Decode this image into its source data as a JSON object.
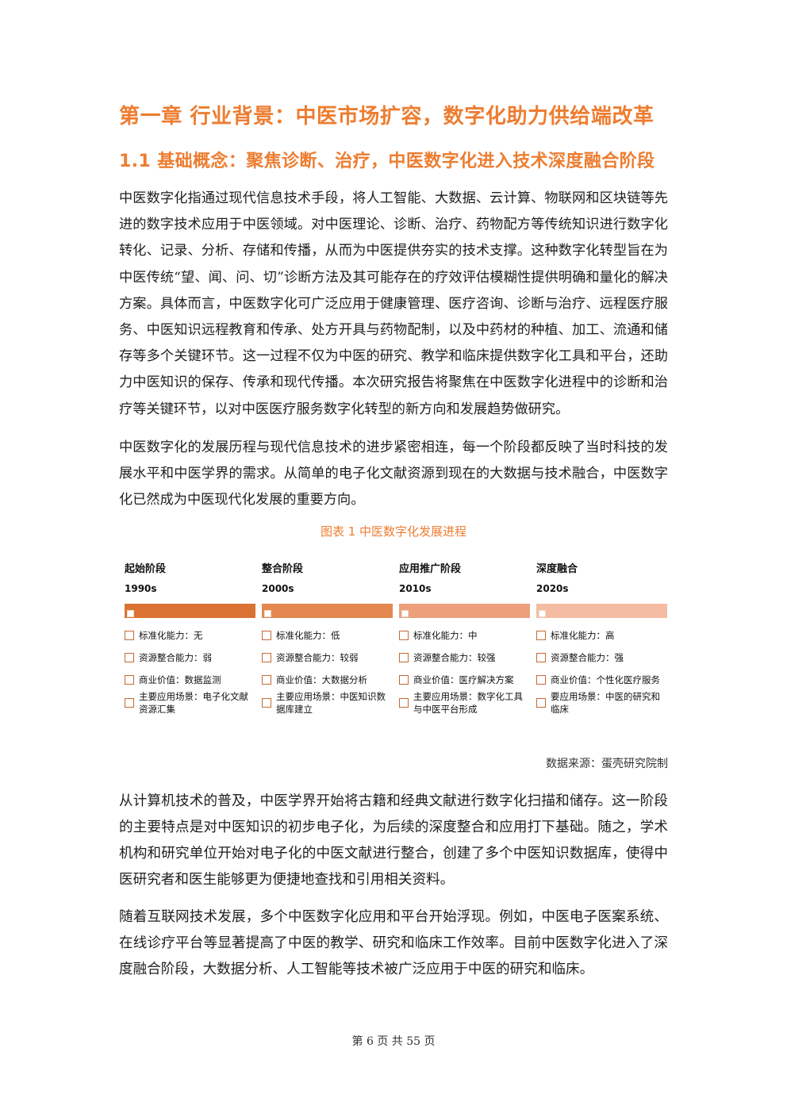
{
  "colors": {
    "accent": "#ED7D31",
    "text": "#1E1E1E",
    "checkbox_border": "#C56A33"
  },
  "chapter_title": "第一章 行业背景：中医市场扩容，数字化助力供给端改革",
  "section_title": "1.1 基础概念：聚焦诊断、治疗，中医数字化进入技术深度融合阶段",
  "paragraphs_before_figure": [
    "中医数字化指通过现代信息技术手段，将人工智能、大数据、云计算、物联网和区块链等先进的数字技术应用于中医领域。对中医理论、诊断、治疗、药物配方等传统知识进行数字化转化、记录、分析、存储和传播，从而为中医提供夯实的技术支撑。这种数字化转型旨在为中医传统“望、闻、问、切”诊断方法及其可能存在的疗效评估模糊性提供明确和量化的解决方案。具体而言，中医数字化可广泛应用于健康管理、医疗咨询、诊断与治疗、远程医疗服务、中医知识远程教育和传承、处方开具与药物配制，以及中药材的种植、加工、流通和储存等多个关键环节。这一过程不仅为中医的研究、教学和临床提供数字化工具和平台，还助力中医知识的保存、传承和现代传播。本次研究报告将聚焦在中医数字化进程中的诊断和治疗等关键环节，以对中医医疗服务数字化转型的新方向和发展趋势做研究。",
    "中医数字化的发展历程与现代信息技术的进步紧密相连，每一个阶段都反映了当时科技的发展水平和中医学界的需求。从简单的电子化文献资源到现在的大数据与技术融合，中医数字化已然成为中医现代化发展的重要方向。"
  ],
  "figure": {
    "caption": "图表 1 中医数字化发展进程",
    "stages": [
      {
        "name": "起始阶段",
        "period": "1990s",
        "color": "#DA7233",
        "attributes": [
          "标准化能力：无",
          "资源整合能力：弱",
          "商业价值：数据监测",
          "主要应用场景：电子化文献资源汇集"
        ]
      },
      {
        "name": "整合阶段",
        "period": "2000s",
        "color": "#E4884F",
        "attributes": [
          "标准化能力：低",
          "资源整合能力：较弱",
          "商业价值：大数据分析",
          "主要应用场景：中医知识数据库建立"
        ]
      },
      {
        "name": "应用推广阶段",
        "period": "2010s",
        "color": "#EC9F7A",
        "attributes": [
          "标准化能力：中",
          "资源整合能力：较强",
          "商业价值：医疗解决方案",
          "主要应用场景：数字化工具与中医平台形成"
        ]
      },
      {
        "name": "深度融合",
        "period": "2020s",
        "color": "#F4BCA2",
        "attributes": [
          "标准化能力：高",
          "资源整合能力：强",
          "商业价值：个性化医疗服务",
          "要应用场景：中医的研究和临床"
        ]
      }
    ],
    "source": "数据来源：蛋壳研究院制"
  },
  "paragraphs_after_figure": [
    "从计算机技术的普及，中医学界开始将古籍和经典文献进行数字化扫描和储存。这一阶段的主要特点是对中医知识的初步电子化，为后续的深度整合和应用打下基础。随之，学术机构和研究单位开始对电子化的中医文献进行整合，创建了多个中医知识数据库，使得中医研究者和医生能够更为便捷地查找和引用相关资料。",
    "随着互联网技术发展，多个中医数字化应用和平台开始浮现。例如，中医电子医案系统、在线诊疗平台等显著提高了中医的教学、研究和临床工作效率。目前中医数字化进入了深度融合阶段，大数据分析、人工智能等技术被广泛应用于中医的研究和临床。"
  ],
  "footer": {
    "page_label": "第 6 页 共 55 页"
  }
}
